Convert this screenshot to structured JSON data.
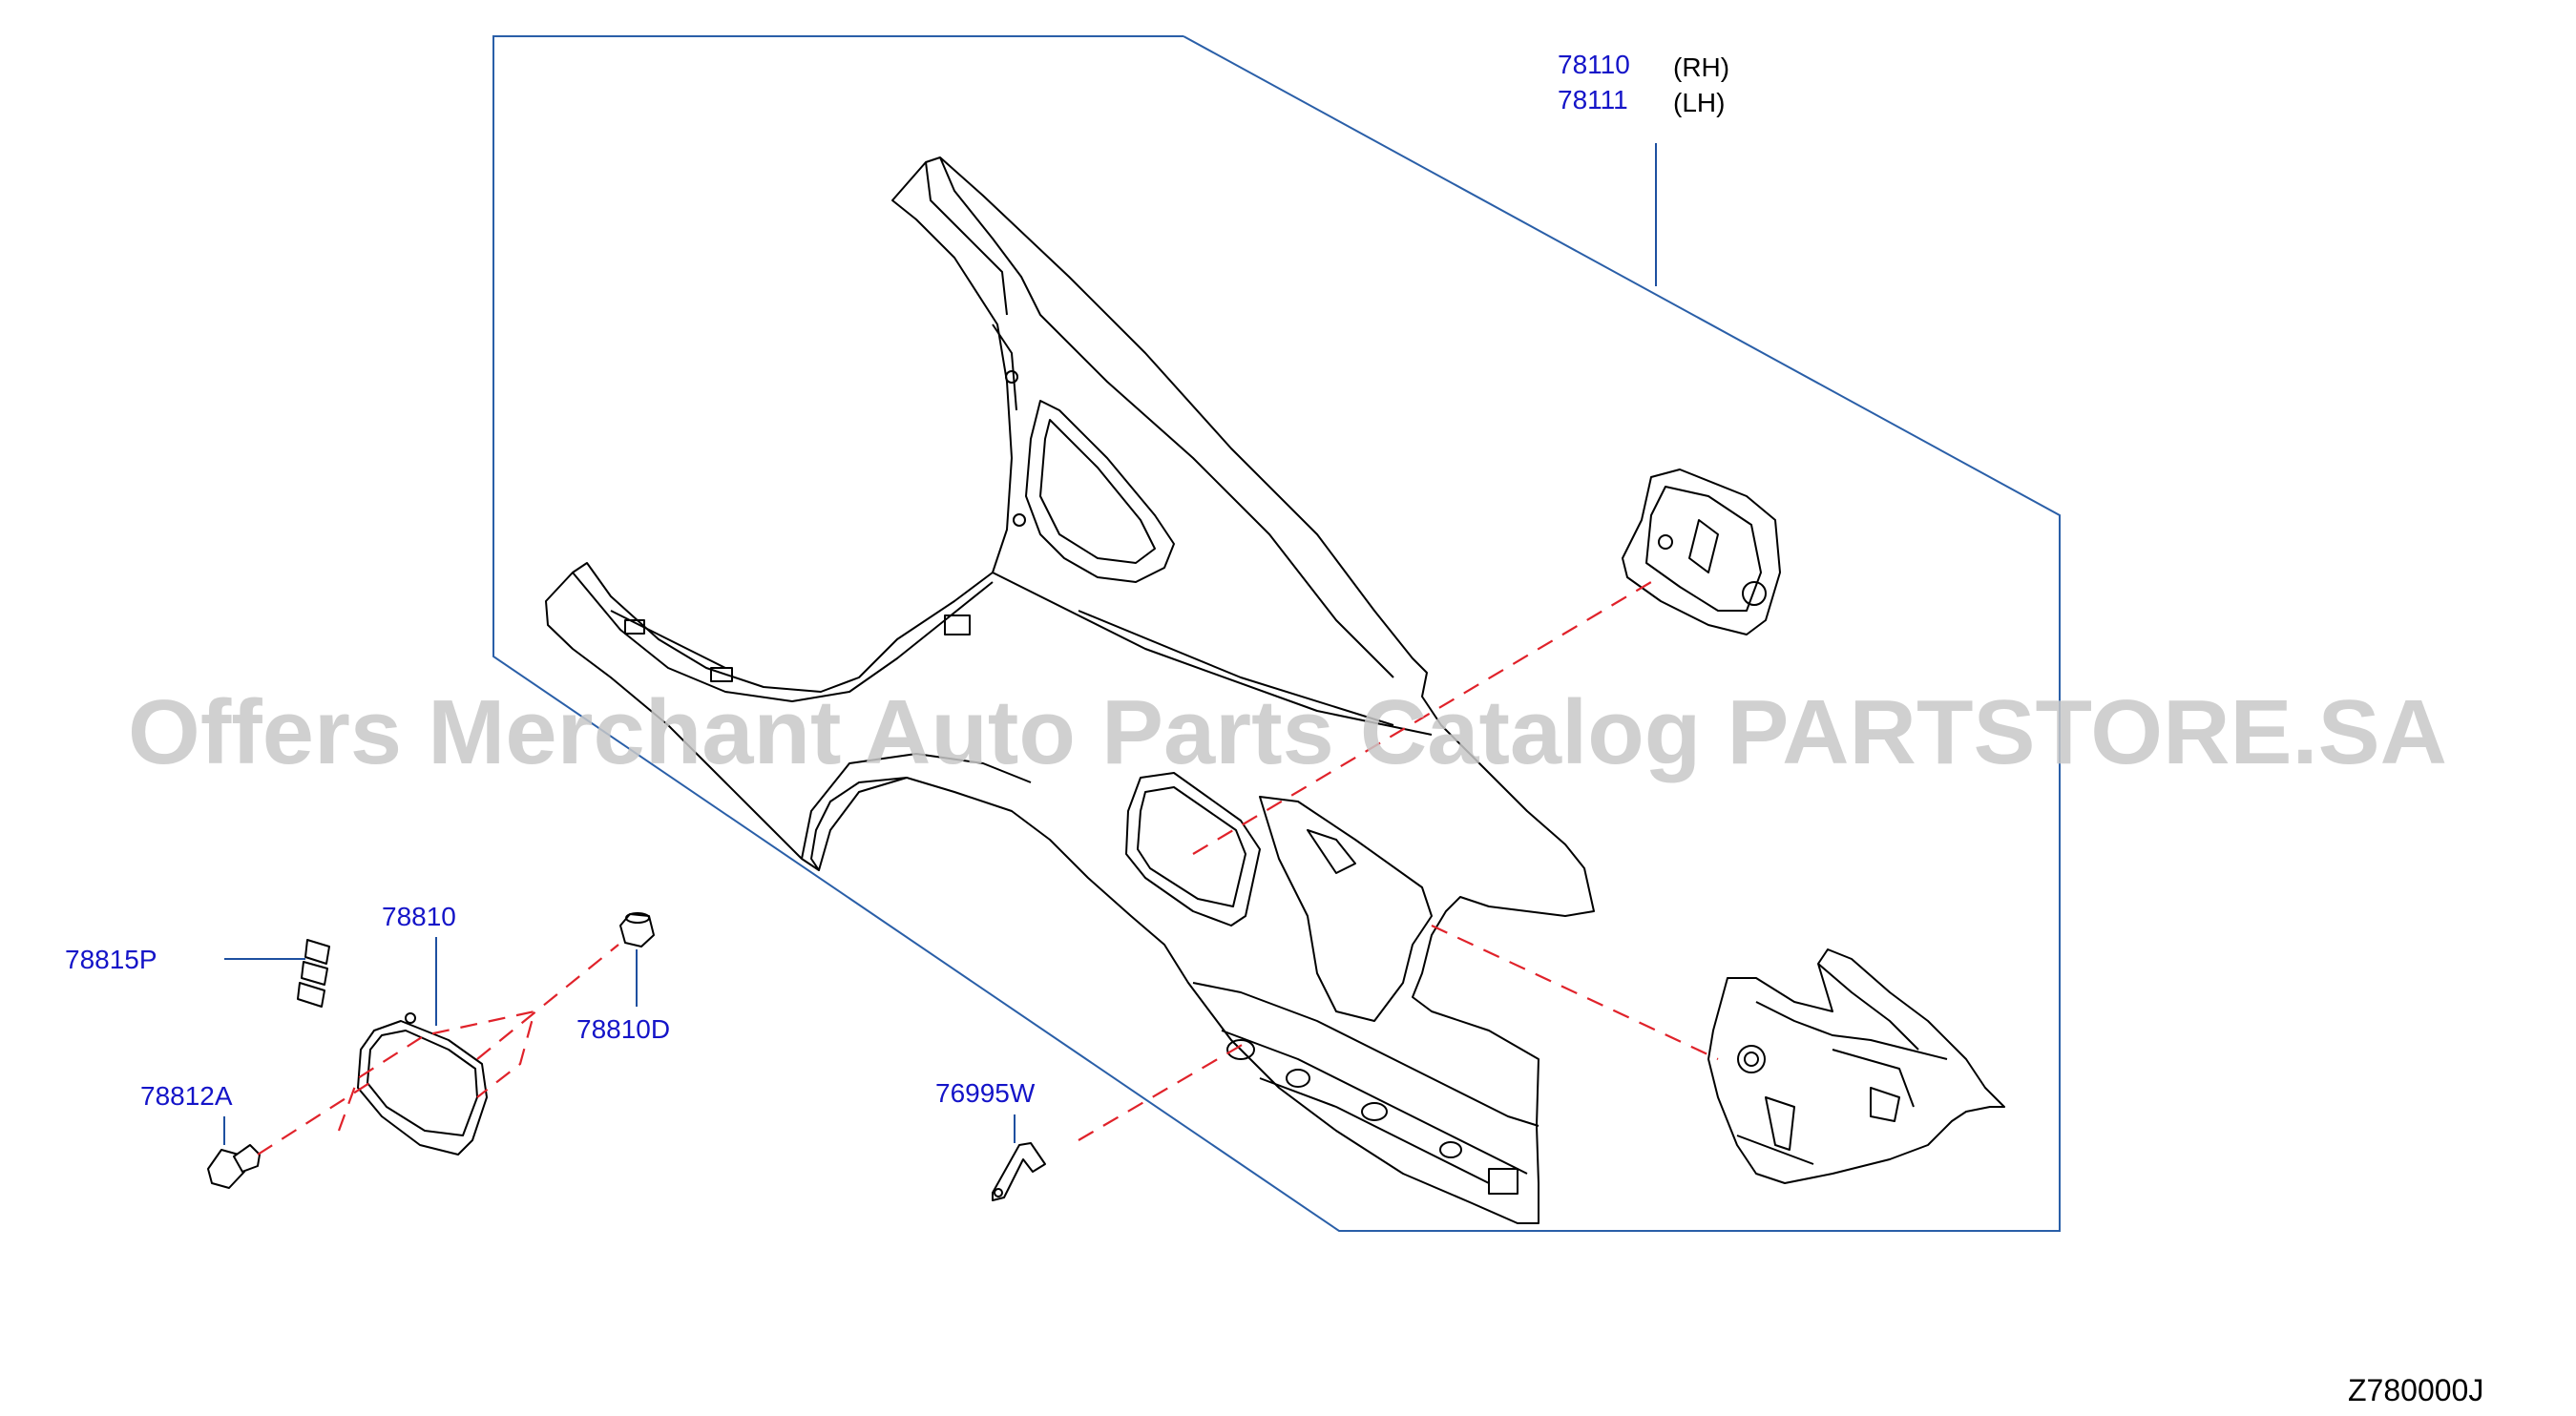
{
  "parts": {
    "p78110": "78110",
    "p78111": "78111",
    "rh": "(RH)",
    "lh": "(LH)",
    "p78810": "78810",
    "p78815P": "78815P",
    "p78812A": "78812A",
    "p78810D": "78810D",
    "p76995W": "76995W"
  },
  "diagram_code": "Z780000J",
  "watermark": "Offers Merchant Auto Parts Catalog PARTSTORE.SA",
  "colors": {
    "part_number": "#1414c8",
    "leader_line": "#1e50a0",
    "alignment_dash": "#e0222a",
    "watermark": "#c8c8c8"
  }
}
